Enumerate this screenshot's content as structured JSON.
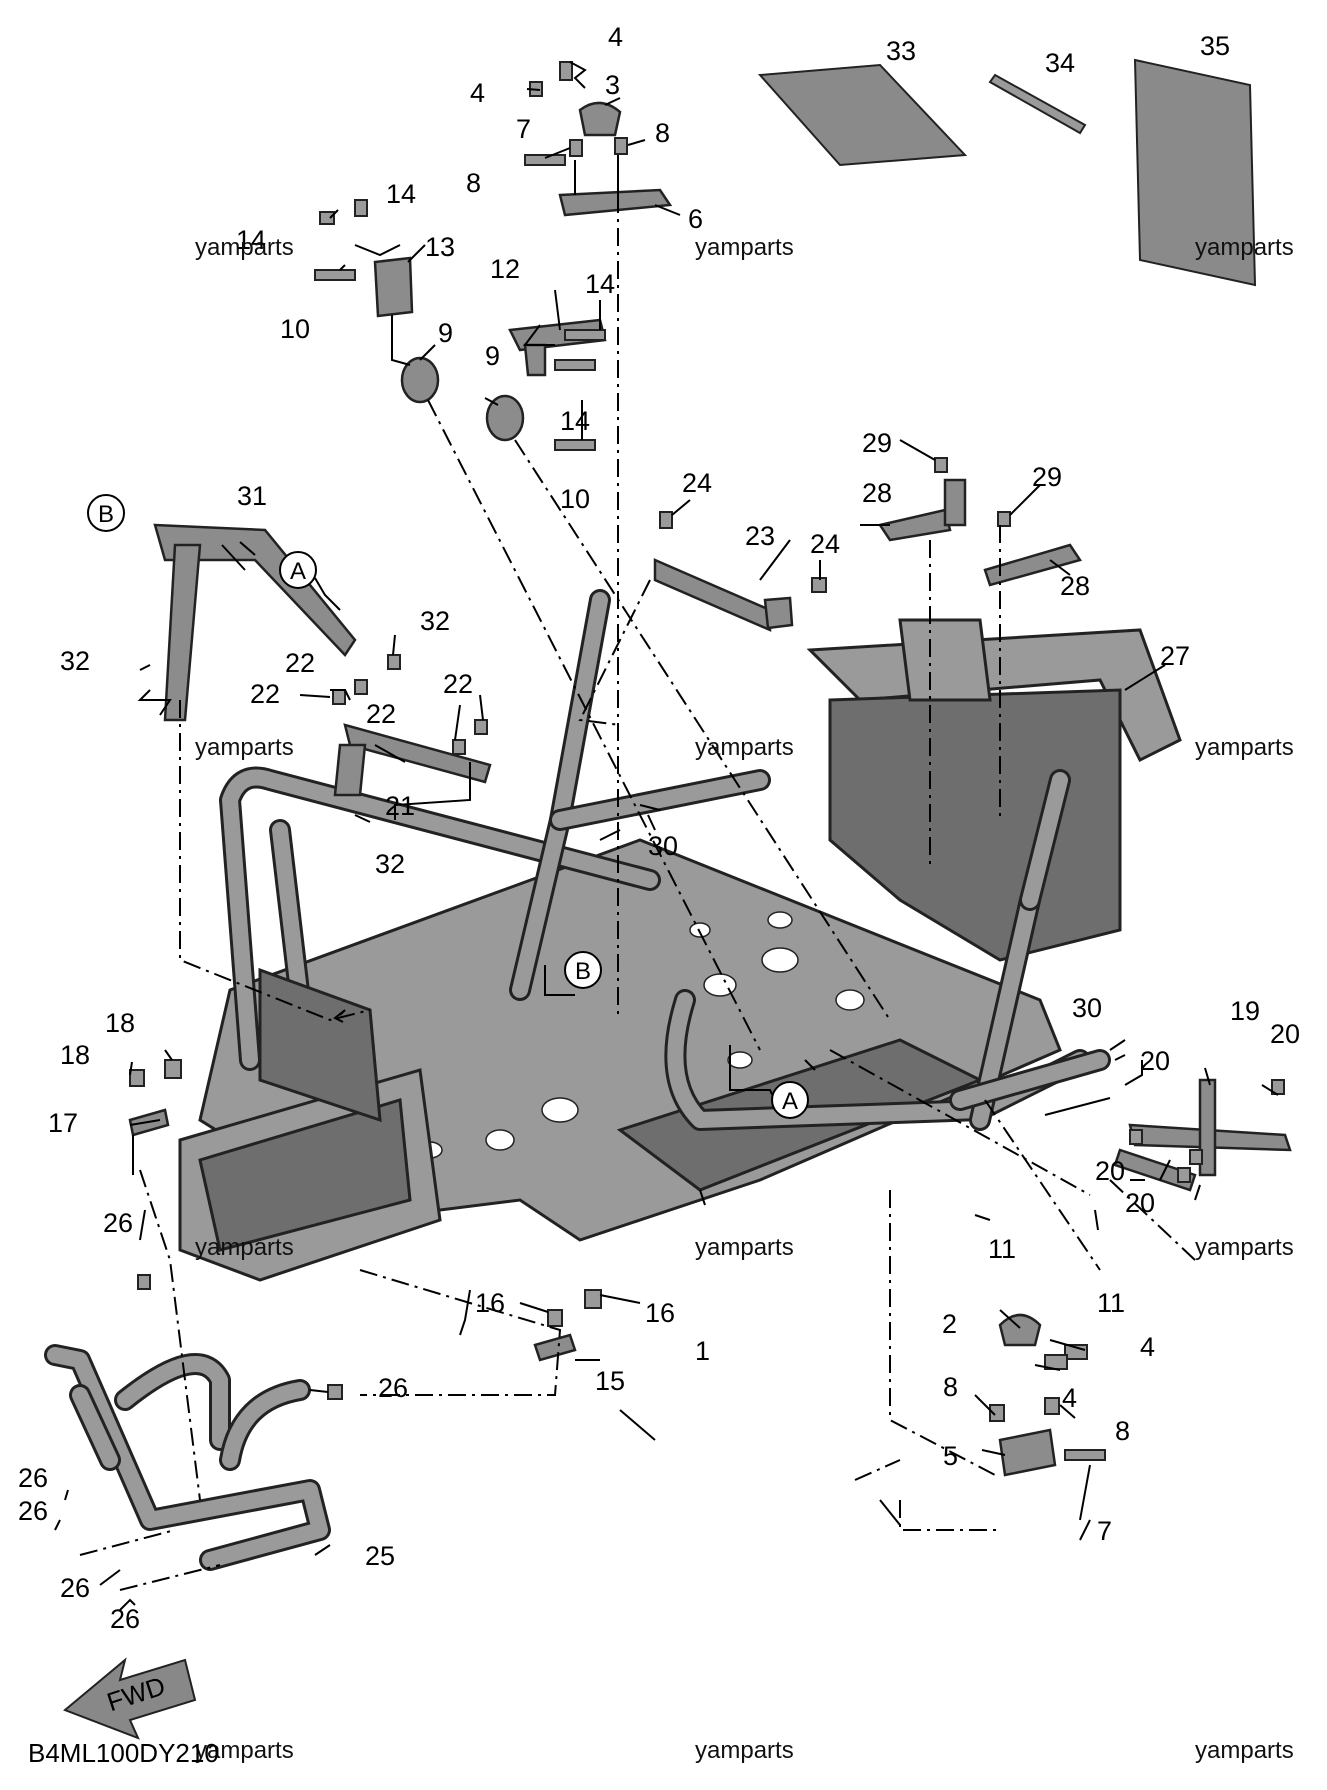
{
  "diagram_code": "B4ML100DY210",
  "watermark": "yamparts",
  "fwd_label": "FWD",
  "reference_markers": [
    "A",
    "B"
  ],
  "callouts": [
    "1",
    "2",
    "3",
    "4",
    "5",
    "6",
    "7",
    "8",
    "9",
    "10",
    "11",
    "12",
    "13",
    "14",
    "15",
    "16",
    "17",
    "18",
    "19",
    "20",
    "21",
    "22",
    "23",
    "24",
    "25",
    "26",
    "27",
    "28",
    "29",
    "30",
    "31",
    "32",
    "33",
    "34",
    "35"
  ],
  "colors": {
    "part_fill": "#9a9a9a",
    "outline": "#222222",
    "background": "#ffffff"
  }
}
